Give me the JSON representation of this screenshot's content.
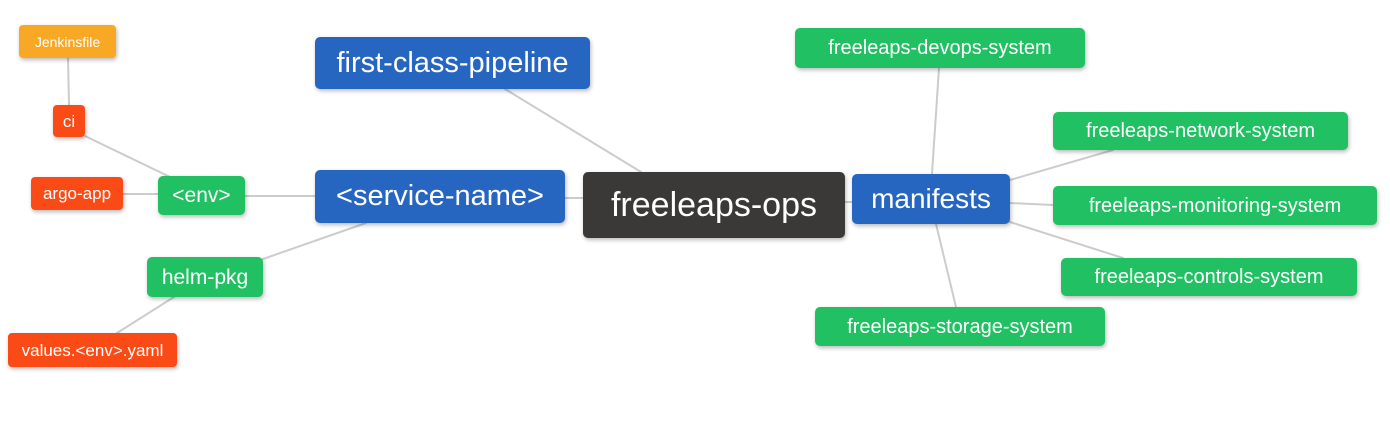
{
  "diagram": {
    "title": "freeleaps-ops mind map",
    "root": "freeleaps-ops",
    "palette": {
      "blue": "#2766c0",
      "green": "#21c063",
      "orange": "#f9a825",
      "red": "#fa4b16",
      "dark": "#3b3838",
      "edge": "#cccccc",
      "text": "#ffffff",
      "background": "#ffffff"
    },
    "nodes": {
      "jenkinsfile": {
        "label": "Jenkinsfile",
        "color": "#f9a825"
      },
      "ci": {
        "label": "ci",
        "color": "#fa4b16"
      },
      "argo_app": {
        "label": "argo-app",
        "color": "#fa4b16"
      },
      "env": {
        "label": "<env>",
        "color": "#21c063"
      },
      "helm_pkg": {
        "label": "helm-pkg",
        "color": "#21c063"
      },
      "values_env_yaml": {
        "label": "values.<env>.yaml",
        "color": "#fa4b16"
      },
      "first_class_pipeline": {
        "label": "first-class-pipeline",
        "color": "#2766c0"
      },
      "service_name": {
        "label": "<service-name>",
        "color": "#2766c0"
      },
      "freeleaps_ops": {
        "label": "freeleaps-ops",
        "color": "#3b3838"
      },
      "manifests": {
        "label": "manifests",
        "color": "#2766c0"
      },
      "devops": {
        "label": "freeleaps-devops-system",
        "color": "#21c063"
      },
      "network": {
        "label": "freeleaps-network-system",
        "color": "#21c063"
      },
      "monitoring": {
        "label": "freeleaps-monitoring-system",
        "color": "#21c063"
      },
      "controls": {
        "label": "freeleaps-controls-system",
        "color": "#21c063"
      },
      "storage": {
        "label": "freeleaps-storage-system",
        "color": "#21c063"
      }
    },
    "edges": [
      {
        "from": "jenkinsfile",
        "to": "ci"
      },
      {
        "from": "ci",
        "to": "env"
      },
      {
        "from": "argo_app",
        "to": "env"
      },
      {
        "from": "env",
        "to": "service_name"
      },
      {
        "from": "helm_pkg",
        "to": "service_name"
      },
      {
        "from": "values_env_yaml",
        "to": "helm_pkg"
      },
      {
        "from": "first_class_pipeline",
        "to": "freeleaps_ops"
      },
      {
        "from": "service_name",
        "to": "freeleaps_ops"
      },
      {
        "from": "freeleaps_ops",
        "to": "manifests"
      },
      {
        "from": "manifests",
        "to": "devops"
      },
      {
        "from": "manifests",
        "to": "network"
      },
      {
        "from": "manifests",
        "to": "monitoring"
      },
      {
        "from": "manifests",
        "to": "controls"
      },
      {
        "from": "manifests",
        "to": "storage"
      }
    ]
  }
}
